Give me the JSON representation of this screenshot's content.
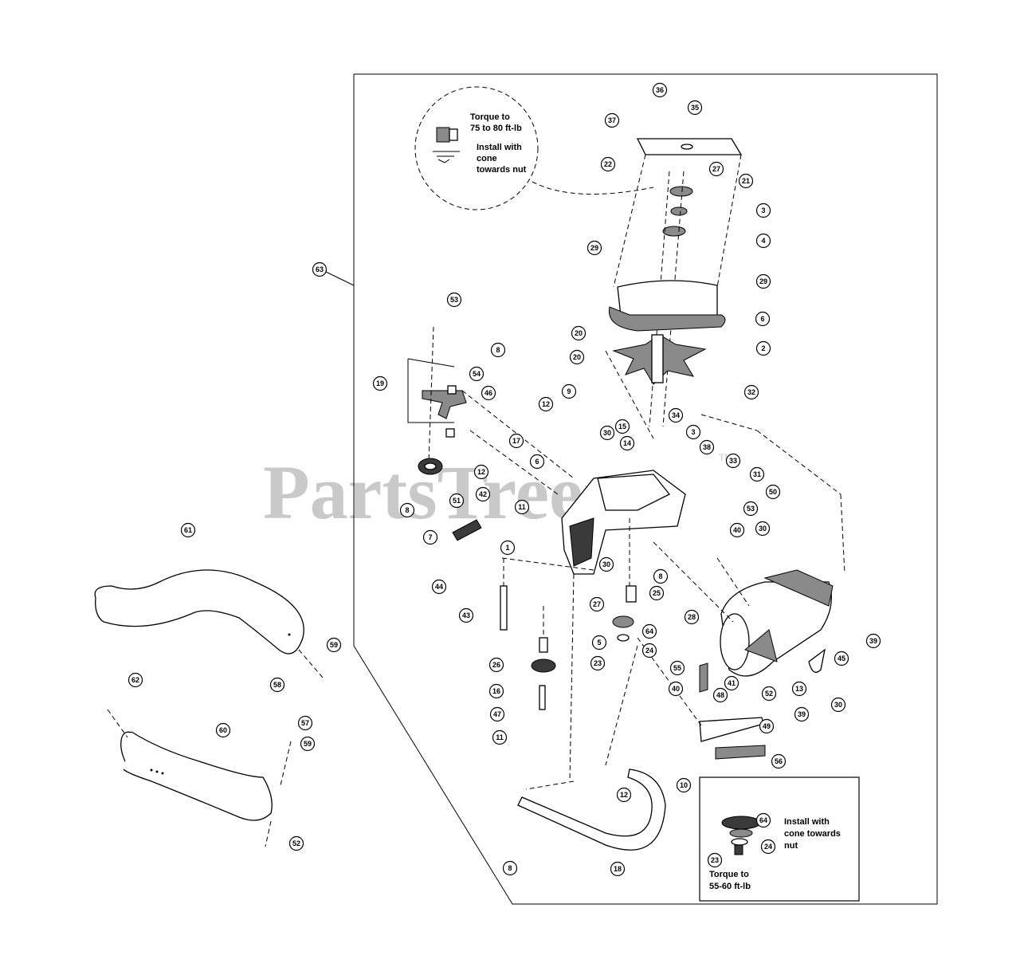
{
  "watermark": {
    "text": "PartsTree",
    "tm": "TM"
  },
  "notes": {
    "top_torque_line1": "Torque to",
    "top_torque_line2": "75 to 80 ft-lb",
    "top_install_line1": "Install with",
    "top_install_line2": "cone",
    "top_install_line3": "towards nut",
    "inset_install_line1": "Install with",
    "inset_install_line2": "cone towards",
    "inset_install_line3": "nut",
    "inset_torque_line1": "Torque to",
    "inset_torque_line2": "55-60 ft-lb"
  },
  "callouts": [
    {
      "id": "36",
      "label": "36"
    },
    {
      "id": "37",
      "label": "37"
    },
    {
      "id": "35",
      "label": "35"
    },
    {
      "id": "22",
      "label": "22"
    },
    {
      "id": "27a",
      "label": "27"
    },
    {
      "id": "21",
      "label": "21"
    },
    {
      "id": "3a",
      "label": "3"
    },
    {
      "id": "4",
      "label": "4"
    },
    {
      "id": "29a",
      "label": "29"
    },
    {
      "id": "29b",
      "label": "29"
    },
    {
      "id": "63",
      "label": "63"
    },
    {
      "id": "53a",
      "label": "53"
    },
    {
      "id": "6",
      "label": "6"
    },
    {
      "id": "20a",
      "label": "20"
    },
    {
      "id": "2",
      "label": "2"
    },
    {
      "id": "8a",
      "label": "8"
    },
    {
      "id": "20b",
      "label": "20"
    },
    {
      "id": "54",
      "label": "54"
    },
    {
      "id": "19",
      "label": "19"
    },
    {
      "id": "46",
      "label": "46"
    },
    {
      "id": "9",
      "label": "9"
    },
    {
      "id": "32",
      "label": "32"
    },
    {
      "id": "12a",
      "label": "12"
    },
    {
      "id": "34",
      "label": "34"
    },
    {
      "id": "30a",
      "label": "30"
    },
    {
      "id": "15",
      "label": "15"
    },
    {
      "id": "17",
      "label": "17"
    },
    {
      "id": "3b",
      "label": "3"
    },
    {
      "id": "14",
      "label": "14"
    },
    {
      "id": "38",
      "label": "38"
    },
    {
      "id": "6b",
      "label": "6"
    },
    {
      "id": "12b",
      "label": "12"
    },
    {
      "id": "33",
      "label": "33"
    },
    {
      "id": "31",
      "label": "31"
    },
    {
      "id": "42",
      "label": "42"
    },
    {
      "id": "50",
      "label": "50"
    },
    {
      "id": "8b",
      "label": "8"
    },
    {
      "id": "51",
      "label": "51"
    },
    {
      "id": "53b",
      "label": "53"
    },
    {
      "id": "11a",
      "label": "11"
    },
    {
      "id": "40a",
      "label": "40"
    },
    {
      "id": "30b",
      "label": "30"
    },
    {
      "id": "7",
      "label": "7"
    },
    {
      "id": "61",
      "label": "61"
    },
    {
      "id": "1",
      "label": "1"
    },
    {
      "id": "8c",
      "label": "8"
    },
    {
      "id": "30c",
      "label": "30"
    },
    {
      "id": "44",
      "label": "44"
    },
    {
      "id": "27b",
      "label": "27"
    },
    {
      "id": "25",
      "label": "25"
    },
    {
      "id": "43",
      "label": "43"
    },
    {
      "id": "28",
      "label": "28"
    },
    {
      "id": "64a",
      "label": "64"
    },
    {
      "id": "5",
      "label": "5"
    },
    {
      "id": "39a",
      "label": "39"
    },
    {
      "id": "59a",
      "label": "59"
    },
    {
      "id": "45",
      "label": "45"
    },
    {
      "id": "24a",
      "label": "24"
    },
    {
      "id": "23a",
      "label": "23"
    },
    {
      "id": "55",
      "label": "55"
    },
    {
      "id": "26",
      "label": "26"
    },
    {
      "id": "62",
      "label": "62"
    },
    {
      "id": "58",
      "label": "58"
    },
    {
      "id": "40b",
      "label": "40"
    },
    {
      "id": "41",
      "label": "41"
    },
    {
      "id": "13",
      "label": "13"
    },
    {
      "id": "52a",
      "label": "52"
    },
    {
      "id": "16",
      "label": "16"
    },
    {
      "id": "48",
      "label": "48"
    },
    {
      "id": "30d",
      "label": "30"
    },
    {
      "id": "39b",
      "label": "39"
    },
    {
      "id": "47",
      "label": "47"
    },
    {
      "id": "57",
      "label": "57"
    },
    {
      "id": "60",
      "label": "60"
    },
    {
      "id": "49",
      "label": "49"
    },
    {
      "id": "11b",
      "label": "11"
    },
    {
      "id": "59b",
      "label": "59"
    },
    {
      "id": "56",
      "label": "56"
    },
    {
      "id": "12c",
      "label": "12"
    },
    {
      "id": "10",
      "label": "10"
    },
    {
      "id": "64b",
      "label": "64"
    },
    {
      "id": "24b",
      "label": "24"
    },
    {
      "id": "52b",
      "label": "52"
    },
    {
      "id": "23b",
      "label": "23"
    },
    {
      "id": "8d",
      "label": "8"
    },
    {
      "id": "18",
      "label": "18"
    }
  ]
}
